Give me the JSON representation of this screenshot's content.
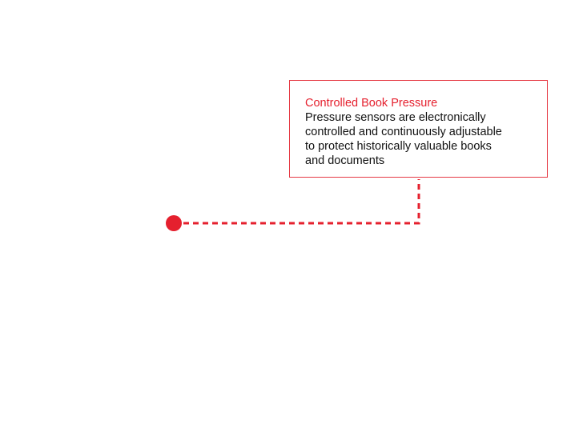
{
  "callout": {
    "title": "Controlled Book Pressure",
    "body_lines": [
      "Pressure sensors are electronically",
      "controlled and continuously adjustable",
      "to protect historically valuable books",
      "and documents"
    ]
  },
  "colors": {
    "accent": "#e5202e",
    "text": "#111111",
    "border": "#e63a45"
  }
}
